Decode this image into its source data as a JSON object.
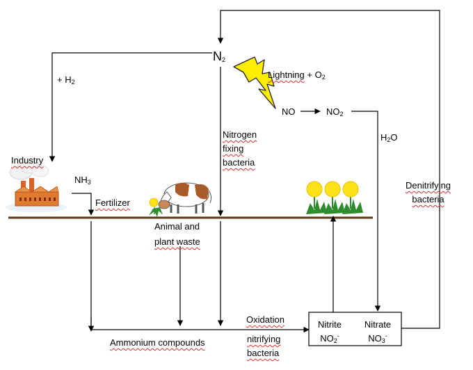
{
  "nodes": {
    "n2": {
      "main": "N",
      "sub": "2"
    },
    "lightning": {
      "main": "Lightning",
      "rest": " + O",
      "sub": "2"
    },
    "no": "NO",
    "no2": {
      "main": "NO",
      "sub": "2"
    },
    "h2o": {
      "main": "H",
      "sub": "2",
      "rest": "O"
    },
    "plus_h2": {
      "main": "+ H",
      "sub": "2"
    },
    "industry": "Industry",
    "nh3": {
      "main": "NH",
      "sub": "3"
    },
    "fertilizer": "Fertilizer",
    "nitrogen_fixing": [
      "Nitrogen",
      "fixing",
      "bacteria"
    ],
    "denitrifying": [
      "Denitrifying",
      "bacteria"
    ],
    "animal_plant_waste": [
      "Animal and",
      "plant waste"
    ],
    "oxidation": "Oxidation",
    "ammonium": "Ammonium compounds",
    "nitrifying": [
      "nitrifying",
      "bacteria"
    ],
    "nitrite": {
      "label": "Nitrite",
      "formula": "NO",
      "sub": "2",
      "sup": "-"
    },
    "nitrate": {
      "label": "Nitrate",
      "formula": "NO",
      "sub": "3",
      "sup": "-"
    }
  },
  "colors": {
    "ground": "#5a3a1a",
    "lightning": "#ffee00",
    "squiggle": "#d9302c",
    "flower": "#ffe21a",
    "leaf": "#2e8b2e",
    "cow_brown": "#a85a28",
    "factory": "#e07a30"
  },
  "icons": [
    "factory-icon",
    "cow-icon",
    "flower-icon",
    "lightning-bolt-icon",
    "small-flower-icon"
  ]
}
